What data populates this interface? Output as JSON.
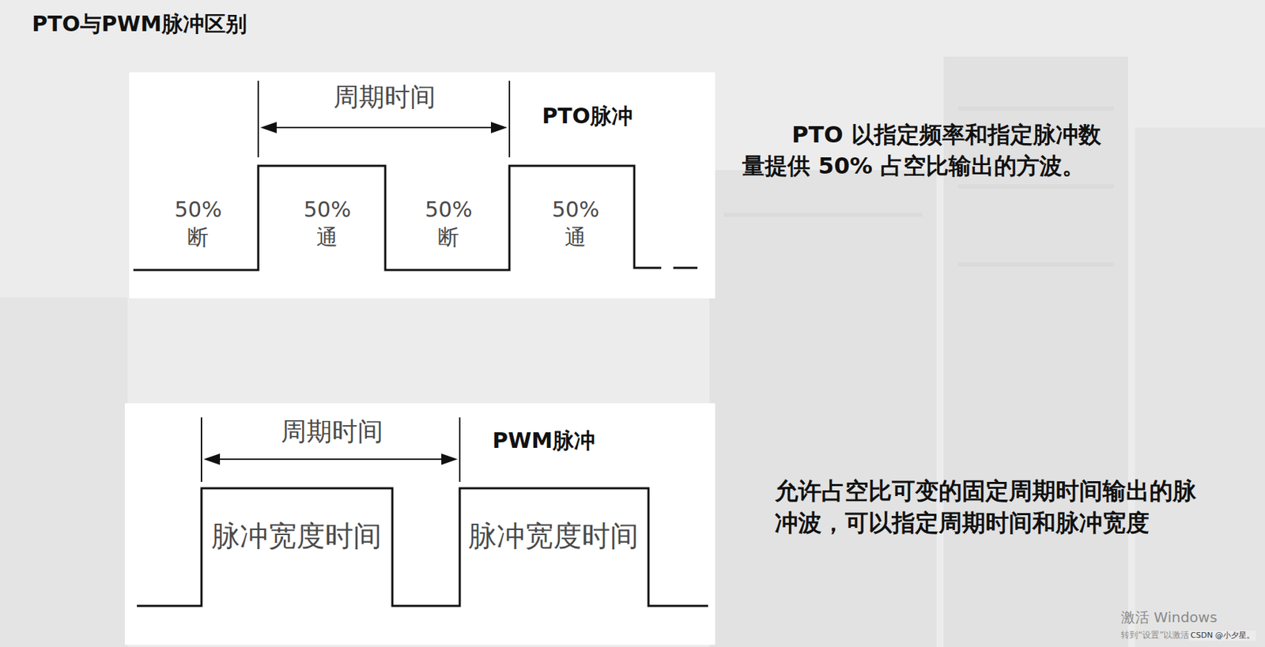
{
  "diagram": {
    "title": "PTO与PWM脉冲区别",
    "labels": [
      "周期时间",
      "PTO脉冲",
      "50% 断",
      "50% 通",
      "50% 断",
      "50% 通",
      "PTO 以指定频率和指定脉冲数量提供 50% 占空比输出的方波。",
      "周期时间",
      "PWM脉冲",
      "脉冲宽度时间",
      "脉冲宽度时间",
      "允许占空比可变的固定周期时间输出的脉冲波，可以指定周期时间和脉冲宽度",
      "激活 Windows",
      "转到“设置”以激活 Windows。",
      "CSDN @小夕星。"
    ]
  }
}
